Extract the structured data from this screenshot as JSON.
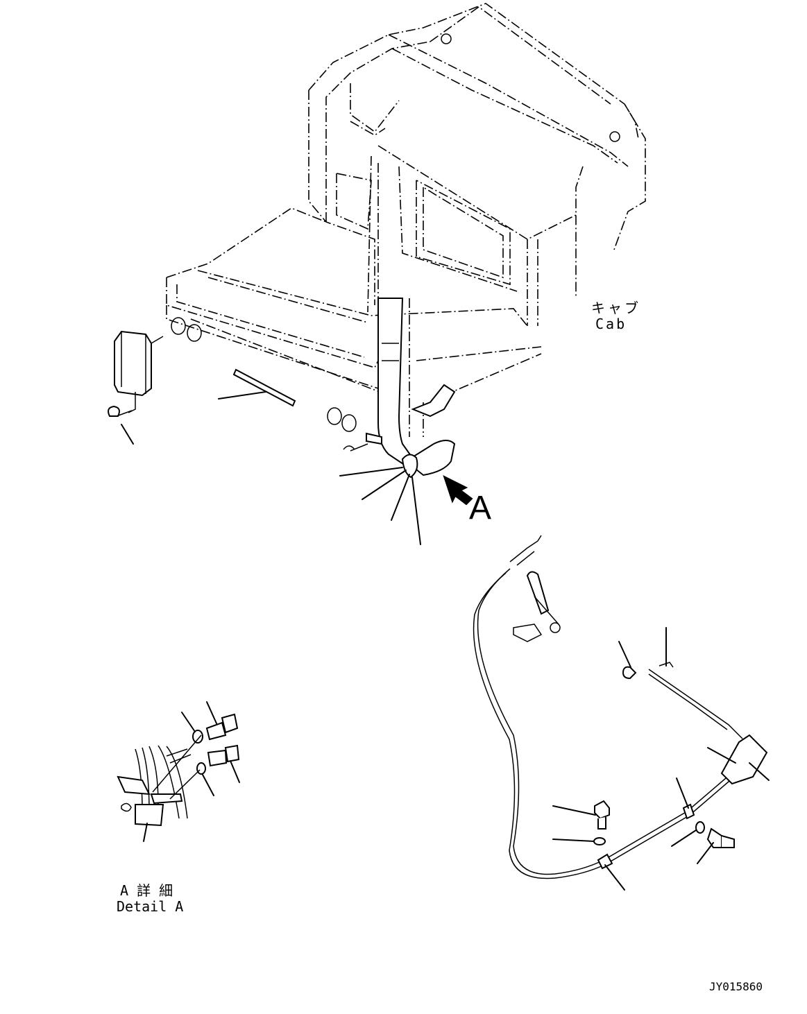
{
  "labels": {
    "cab_jp": "キャブ",
    "cab_en": "Cab",
    "view_arrow": "A",
    "detail_jp": "A 詳 細",
    "detail_en": "Detail A",
    "drawing_no": "JY015860"
  }
}
